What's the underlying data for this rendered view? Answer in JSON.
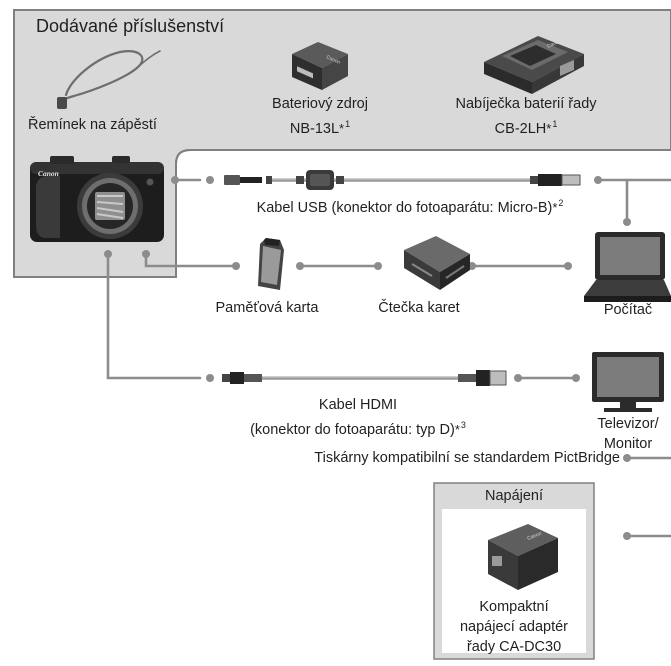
{
  "section_title": "Dodávané příslušenství",
  "included": {
    "strap": "Řemínek na zápěstí",
    "battery_line1": "Bateriový zdroj",
    "battery_line2": "NB-13L",
    "battery_note": "1",
    "charger_line1": "Nabíječka baterií řady",
    "charger_line2": "CB-2LH",
    "charger_note": "1"
  },
  "camera_brand": "Canon",
  "usb_cable": {
    "label": "Kabel USB (konektor do fotoaparátu: Micro-B)",
    "note": "2"
  },
  "memory_card": "Paměťová karta",
  "card_reader": "Čtečka karet",
  "computer": "Počítač",
  "hdmi_cable": {
    "line1": "Kabel HDMI",
    "line2": "(konektor do fotoaparátu: typ D)",
    "note": "3"
  },
  "tv": {
    "line1": "Televizor/",
    "line2": "Monitor"
  },
  "printers": "Tiskárny kompatibilní se standardem PictBridge",
  "power": {
    "title": "Napájení",
    "adapter_line1": "Kompaktní",
    "adapter_line2": "napájecí adaptér",
    "adapter_line3": "řady CA-DC30"
  },
  "colors": {
    "panel": "#d9d9d9",
    "panel_border": "#808080",
    "connector_line": "#8c8c8c",
    "text": "#231f20"
  }
}
